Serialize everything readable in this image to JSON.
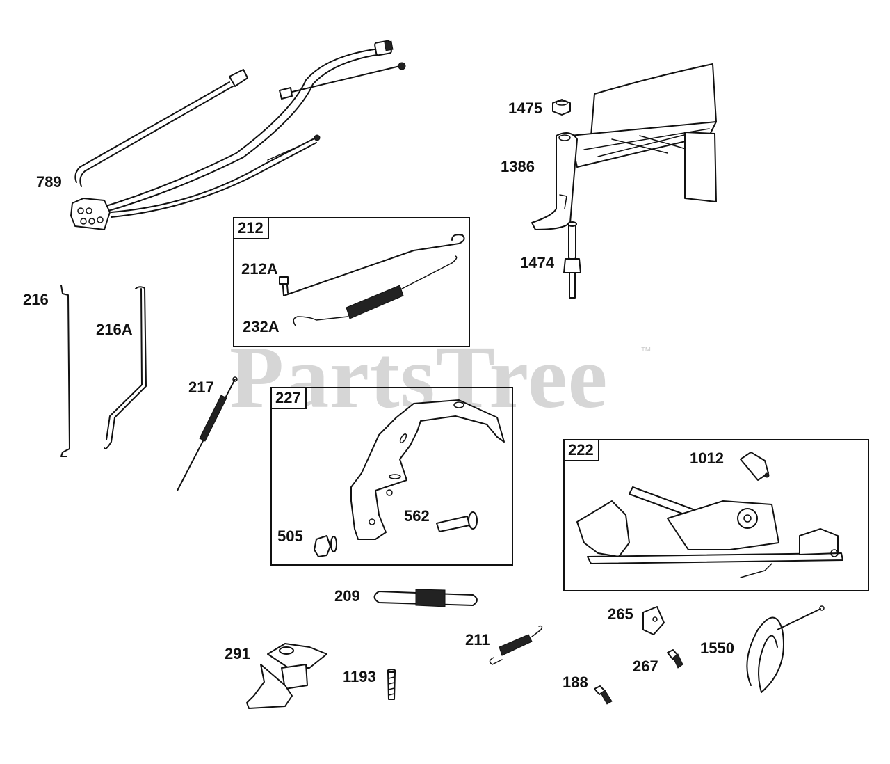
{
  "watermark": {
    "brand": "PartsTree",
    "trademark": "™"
  },
  "boxes": {
    "box_212": "212",
    "box_227": "227",
    "box_222": "222"
  },
  "labels": {
    "l789": "789",
    "l1475": "1475",
    "l1386": "1386",
    "l1474": "1474",
    "l212a": "212A",
    "l232a": "232A",
    "l216": "216",
    "l216a": "216A",
    "l217": "217",
    "l562": "562",
    "l505": "505",
    "l1012": "1012",
    "l209": "209",
    "l265": "265",
    "l291": "291",
    "l211": "211",
    "l267": "267",
    "l1550": "1550",
    "l1193": "1193",
    "l188": "188"
  }
}
